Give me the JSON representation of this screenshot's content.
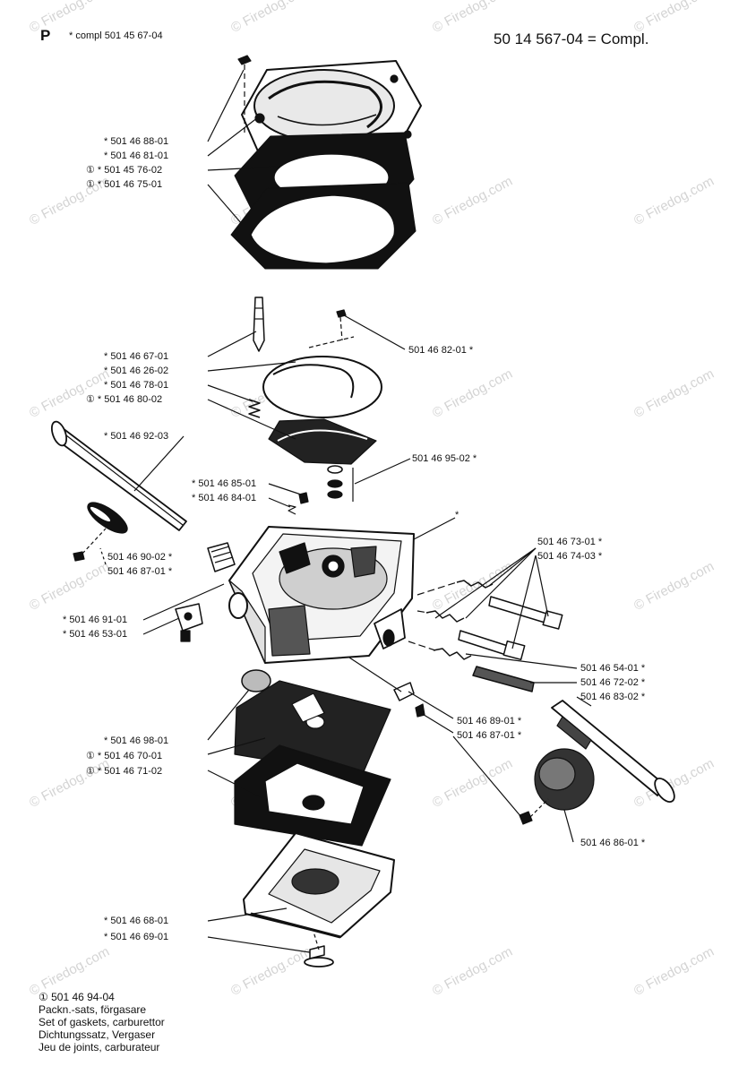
{
  "header": {
    "section_letter": "P",
    "subtitle": "* compl 501 45 67-04",
    "assembly": "50 14 567-04 = Compl."
  },
  "watermark": "© Firedog.com",
  "parts": [
    "* 501 46 88-01",
    "* 501 46 81-01",
    "① * 501 45 76-02",
    "① * 501 46 75-01",
    "* 501 46 67-01",
    "* 501 46 26-02",
    "* 501 46 78-01",
    "① * 501 46 80-02",
    "501 46 82-01 *",
    "* 501 46 92-03",
    "501 46 95-02 *",
    "* 501 46 85-01",
    "* 501 46 84-01",
    "501 46 90-02 *",
    "501 46 87-01 *",
    "501 46 73-01 *",
    "501 46 74-03 *",
    "* 501 46 91-01",
    "* 501 46 53-01",
    "501 46 54-01 *",
    "501 46 72-02 *",
    "501 46 83-02 *",
    "501 46 89-01 *",
    "501 46 87-01 *",
    "* 501 46 98-01",
    "① * 501 46 70-01",
    "① * 501 46 71-02",
    "501 46 86-01 *",
    "* 501 46 68-01",
    "* 501 46 69-01",
    "*"
  ],
  "legend": {
    "kit": "① 501 46 94-04",
    "line1": "Packn.-sats, förgasare",
    "line2": "Set of gaskets, carburettor",
    "line3": "Dichtungssatz, Vergaser",
    "line4": "Jeu de joints, carburateur"
  }
}
